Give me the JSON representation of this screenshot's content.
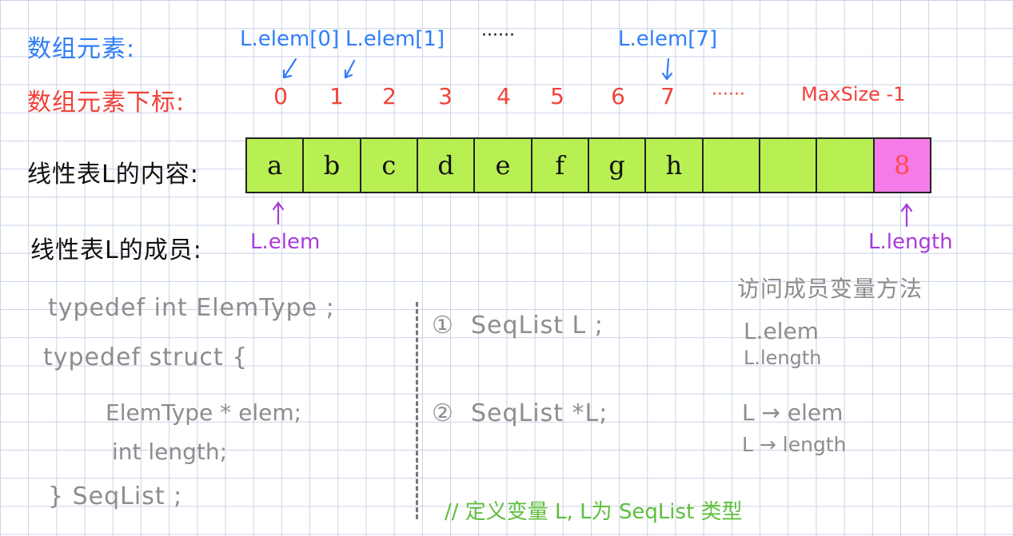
{
  "labels": {
    "array_elements": "数组元素:",
    "array_indices": "数组元素下标:",
    "list_content": "线性表L的内容:",
    "list_members": "线性表L的成员:"
  },
  "element_refs": [
    {
      "text": "L.elem[0]",
      "points_to_index": 0
    },
    {
      "text": "L.elem[1]",
      "points_to_index": 1
    },
    {
      "text": "······",
      "points_to_index": null
    },
    {
      "text": "L.elem[7]",
      "points_to_index": 7
    }
  ],
  "indices": [
    "0",
    "1",
    "2",
    "3",
    "4",
    "5",
    "6",
    "7",
    "······",
    "MaxSize -1"
  ],
  "cells": [
    "a",
    "b",
    "c",
    "d",
    "e",
    "f",
    "g",
    "h",
    "",
    "",
    "",
    "8"
  ],
  "highlighted_cell_index": 11,
  "members": {
    "elem_label": "L.elem",
    "length_label": "L.length"
  },
  "code": {
    "lines": [
      "typedef  int  ElemType ;",
      "typedef  struct  {",
      "ElemType  * elem;",
      "int   length;",
      "}  SeqList ;"
    ]
  },
  "declarations": [
    {
      "marker": "①",
      "text": "SeqList   L ;"
    },
    {
      "marker": "②",
      "text": "SeqList   *L;"
    }
  ],
  "comment": "// 定义变量 L,  L为 SeqList 类型",
  "access": {
    "title": "访问成员变量方法",
    "dot": [
      "L.elem",
      "L.length"
    ],
    "arrow": [
      "L → elem",
      "L → length"
    ]
  },
  "colors": {
    "blue": "#2f7ef7",
    "red": "#f0433a",
    "purple": "#a83bd8",
    "green_fill": "#b8ef52",
    "pink_fill": "#f57be8",
    "gray_text": "#8d8d8d",
    "green_text": "#5fbe3c"
  }
}
